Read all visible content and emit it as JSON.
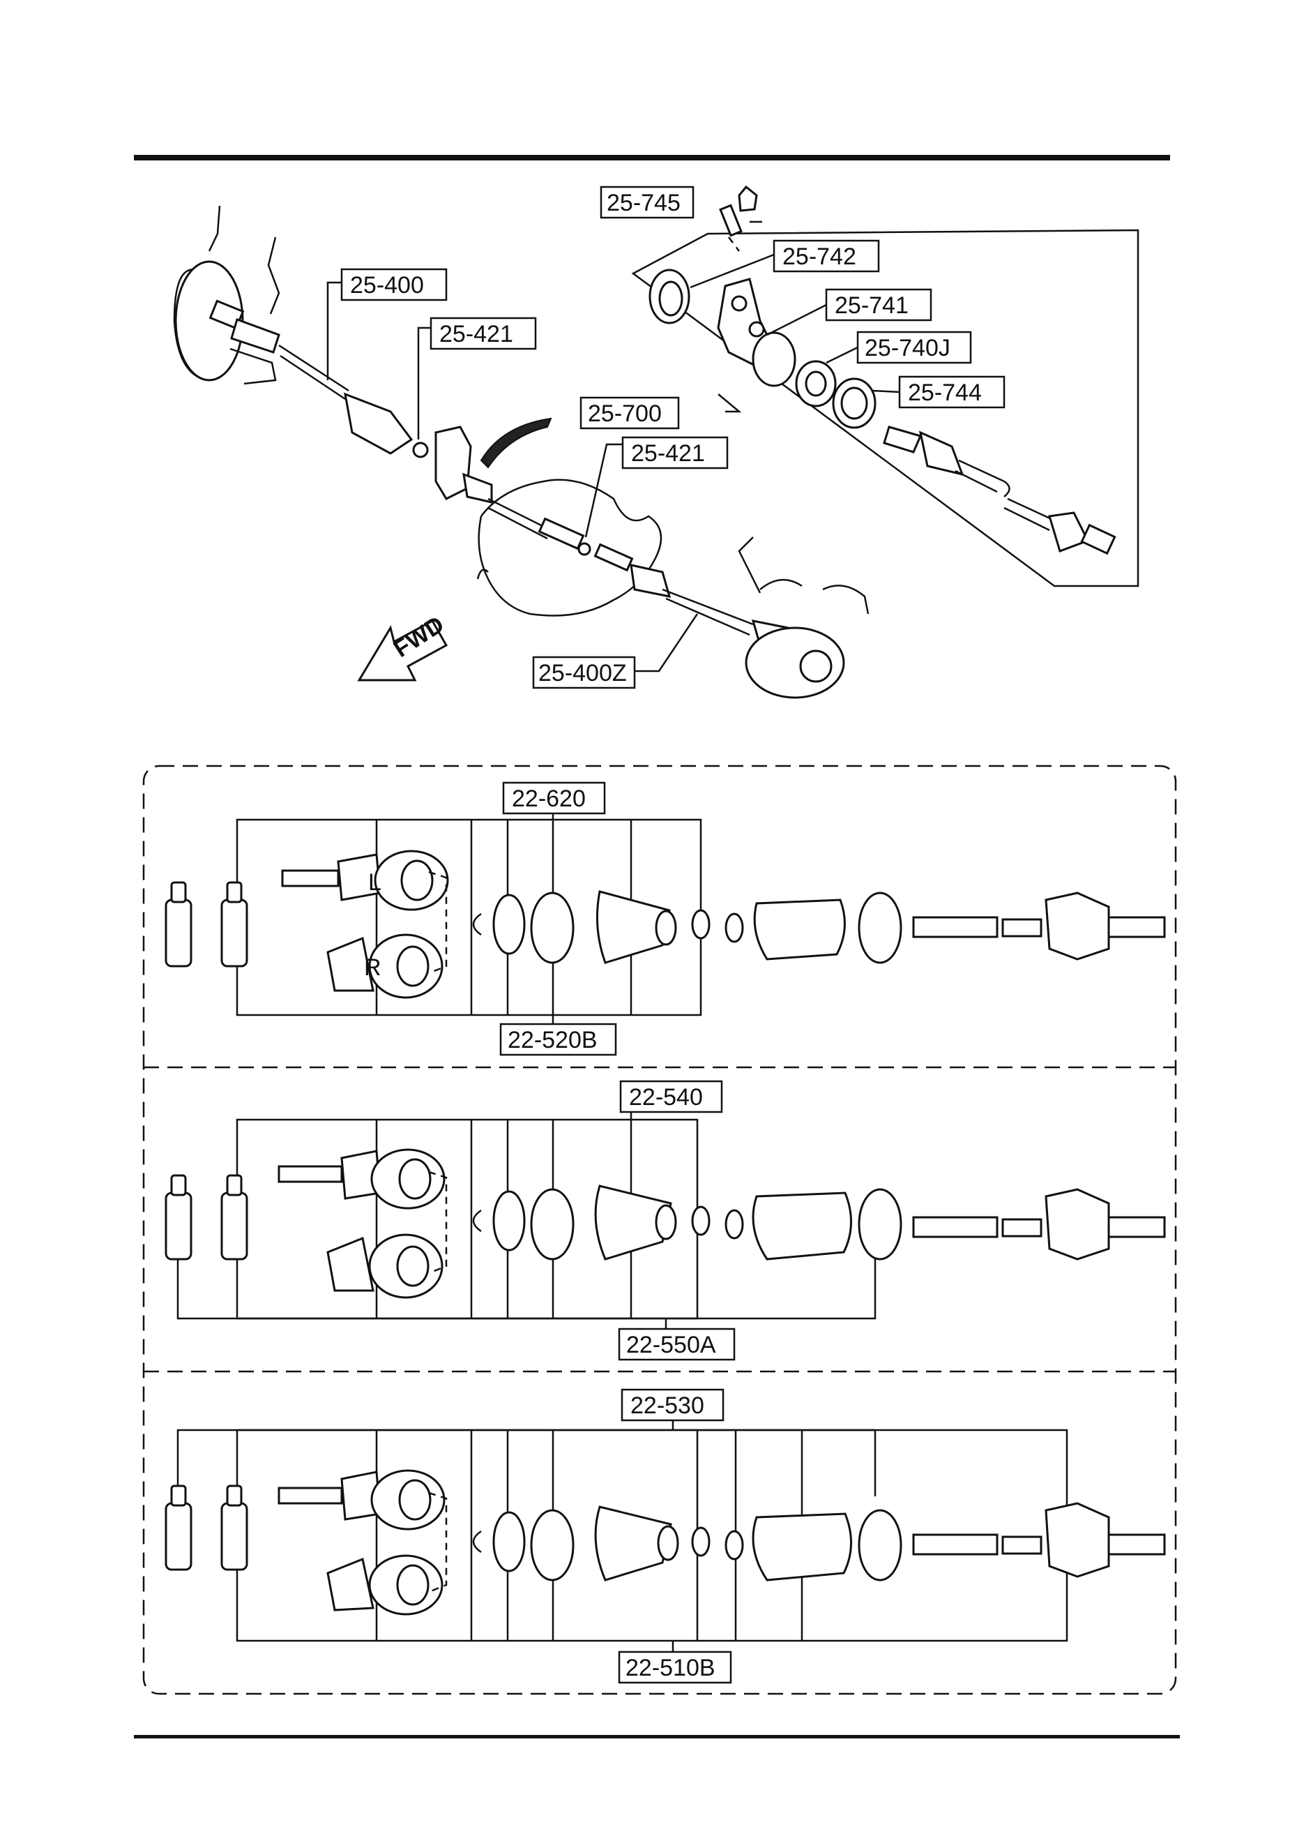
{
  "diagram": {
    "top_view": {
      "labels": [
        "25-745",
        "25-742",
        "25-741",
        "25-740J",
        "25-744",
        "25-400",
        "25-421",
        "25-700",
        "25-421",
        "25-400Z"
      ],
      "direction_marker": "FWD"
    },
    "kit_sections": [
      {
        "top_label": "22-620",
        "bottom_label": "22-520B",
        "joint_marks": [
          "L",
          "R"
        ]
      },
      {
        "top_label": "22-540",
        "bottom_label": "22-550A"
      },
      {
        "top_label": "22-530",
        "bottom_label": "22-510B"
      }
    ]
  }
}
